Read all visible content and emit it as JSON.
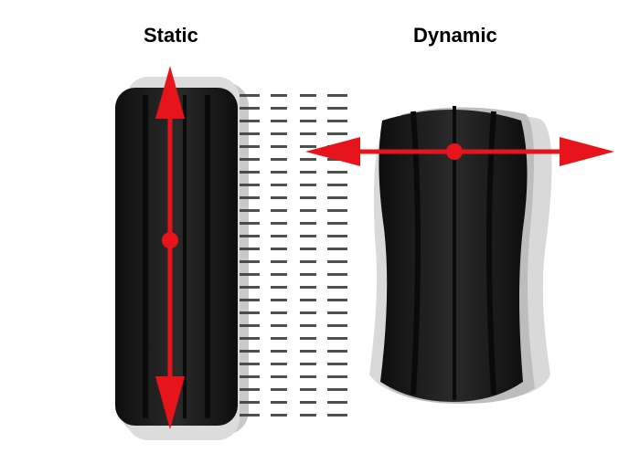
{
  "labels": {
    "static": "Static",
    "dynamic": "Dynamic"
  },
  "colors": {
    "arrow": "#e8141b",
    "tire": "#1b1b1b",
    "tire_ghost": "#bdbdbd",
    "background": "#ffffff"
  },
  "panels": [
    {
      "label_key": "static",
      "arrow_direction": "vertical"
    },
    {
      "label_key": "dynamic",
      "arrow_direction": "horizontal"
    }
  ]
}
